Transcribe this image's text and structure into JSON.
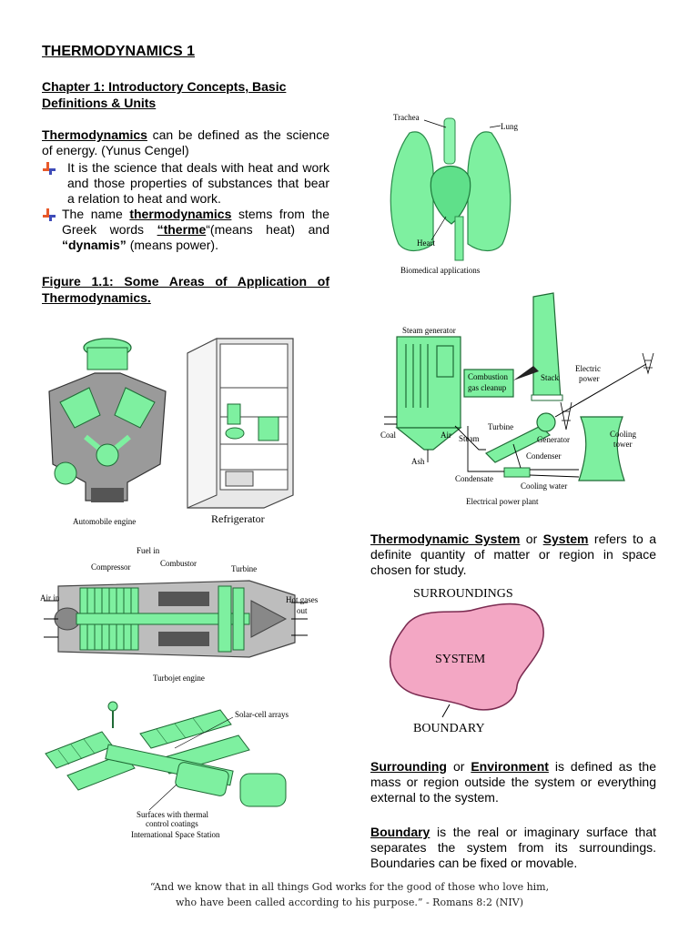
{
  "title": "THERMODYNAMICS 1",
  "chapter": "Chapter 1: Introductory Concepts, Basic Definitions & Units",
  "definition": {
    "term": "Thermodynamics",
    "text": " can be defined as the science of energy. (Yunus Cengel)"
  },
  "bullets": [
    {
      "text": "It is the science that deals with heat and work and those properties of substances that bear a relation to heat and work."
    },
    {
      "pre": "The name ",
      "term": "thermodynamics",
      "mid": " stems from the Greek words ",
      "word1": "“therme",
      "word1_after": "“(means heat) and ",
      "word2": "“dynamis”",
      "word2_after": " (means power)."
    }
  ],
  "figure_caption": "Figure 1.1: Some Areas of Application of Thermodynamics.",
  "illustrations": {
    "biomedical": {
      "trachea": "Trachea",
      "lung": "Lung",
      "heart": "Heart",
      "caption": "Biomedical applications"
    },
    "power_plant": {
      "steam_generator": "Steam generator",
      "combustion1": "Combustion",
      "combustion2": "gas cleanup",
      "stack": "Stack",
      "electric1": "Electric",
      "electric2": "power",
      "coal": "Coal",
      "air": "Air",
      "steam": "Steam",
      "turbine": "Turbine",
      "generator": "Generator",
      "cooling1": "Cooling",
      "cooling2": "tower",
      "condenser": "Condenser",
      "ash": "Ash",
      "condensate": "Condensate",
      "cooling_water": "Cooling water",
      "caption": "Electrical power plant"
    },
    "engine": {
      "caption": "Automobile engine"
    },
    "refrigerator": {
      "caption": "Refrigerator"
    },
    "turbojet": {
      "fuel_in": "Fuel in",
      "compressor": "Compressor",
      "combustor": "Combustor",
      "turbine": "Turbine",
      "air_in": "Air in",
      "hot_gases1": "Hot gases",
      "hot_gases2": "out",
      "caption": "Turbojet engine"
    },
    "space_station": {
      "solar": "Solar-cell arrays",
      "surfaces1": "Surfaces with thermal",
      "surfaces2": "control coatings",
      "caption": "International Space Station"
    },
    "system_diagram": {
      "surroundings": "SURROUNDINGS",
      "system": "SYSTEM",
      "boundary": "BOUNDARY"
    }
  },
  "system_def": {
    "term1": "Thermodynamic System",
    "or": " or ",
    "term2": "System",
    "text": " refers to a definite quantity of matter or region in space chosen for study."
  },
  "surrounding_def": {
    "term1": "Surrounding",
    "or": " or ",
    "term2": "Environment",
    "text": " is defined as the mass or region outside the system or everything external to the system."
  },
  "boundary_def": {
    "term": "Boundary",
    "text": " is the real or imaginary surface that separates the system from its surroundings. Boundaries can be fixed or movable."
  },
  "quote": {
    "line1": "“And we know that in all things God works for the good of those who love him,",
    "line2": "who have been called according to his purpose.” - Romans 8:2 (NIV)"
  },
  "colors": {
    "accent_green": "#7ef0a0",
    "pink_system": "#f3a7c4"
  }
}
